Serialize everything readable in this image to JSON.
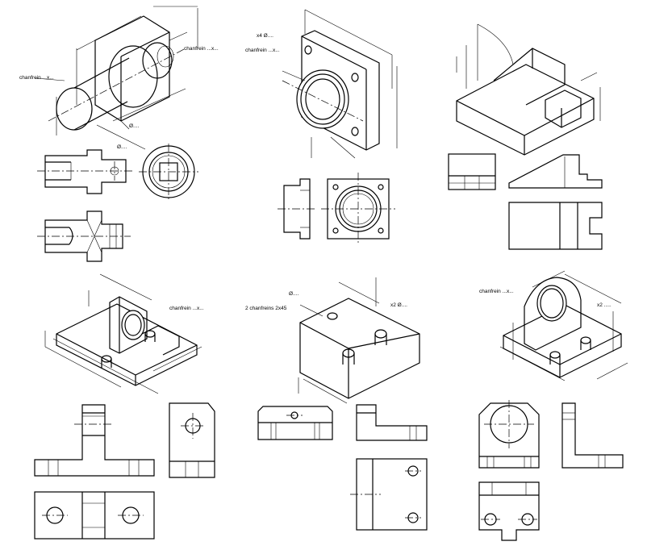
{
  "labels": {
    "p1_chamfer_left": "chanfrein ...x...",
    "p1_chamfer_right": "chanfrein ...x...",
    "p1_diam_a": "Ø....",
    "p1_diam_b": "Ø....",
    "p2_holes": "x4 Ø....",
    "p2_chamfer": "chanfrein ...x...",
    "p4_chamfer": "chanfrein ...x...",
    "p5_diam": "Ø....",
    "p5_chamfers": "2 chanfreins 2x45",
    "p5_holes": "x2 Ø....",
    "p6_chamfer": "chanfrein ...x...",
    "p6_holes": "x2 ....."
  }
}
